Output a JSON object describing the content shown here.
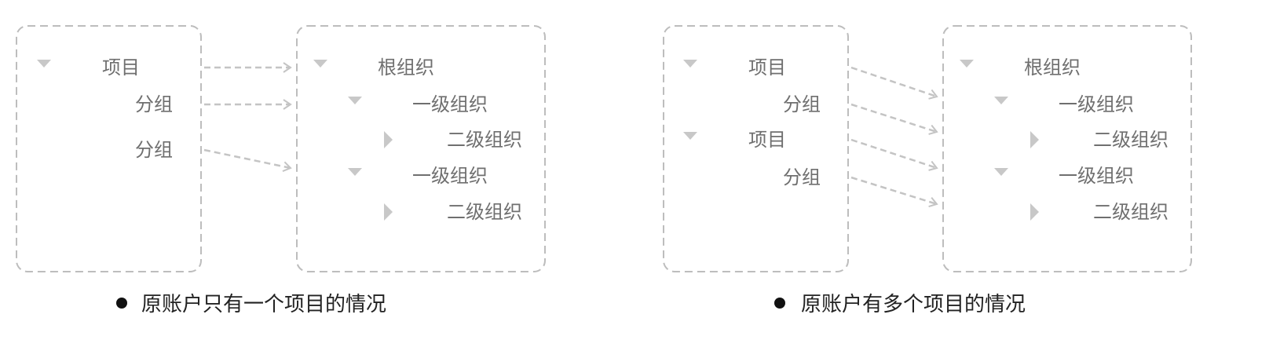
{
  "colors": {
    "border": "#bdbdbd",
    "arrow": "#c4c4c4",
    "icon": "#c8c8c8",
    "text": "#6f6f6f",
    "caption": "#222222",
    "bullet": "#111111"
  },
  "diagram_left": {
    "caption": "原账户只有一个项目的情况",
    "source_items": [
      {
        "text": "项目",
        "icon": "caret-down-icon"
      },
      {
        "text": "分组",
        "icon": ""
      },
      {
        "text": "分组",
        "icon": ""
      }
    ],
    "target_items": [
      {
        "text": "根组织",
        "icon": "caret-down-icon"
      },
      {
        "text": "一级组织",
        "icon": "caret-down-icon"
      },
      {
        "text": "二级组织",
        "icon": "caret-right-icon"
      },
      {
        "text": "一级组织",
        "icon": "caret-down-icon"
      },
      {
        "text": "二级组织",
        "icon": "caret-right-icon"
      }
    ],
    "links": [
      {
        "from": 0,
        "to": 0
      },
      {
        "from": 1,
        "to": 1
      },
      {
        "from": 2,
        "to": 3
      }
    ]
  },
  "diagram_right": {
    "caption": "原账户有多个项目的情况",
    "source_items": [
      {
        "text": "项目",
        "icon": "caret-down-icon"
      },
      {
        "text": "分组",
        "icon": ""
      },
      {
        "text": "项目",
        "icon": "caret-down-icon"
      },
      {
        "text": "分组",
        "icon": ""
      }
    ],
    "target_items": [
      {
        "text": "根组织",
        "icon": "caret-down-icon"
      },
      {
        "text": "一级组织",
        "icon": "caret-down-icon"
      },
      {
        "text": "二级组织",
        "icon": "caret-right-icon"
      },
      {
        "text": "一级组织",
        "icon": "caret-down-icon"
      },
      {
        "text": "二级组织",
        "icon": "caret-right-icon"
      }
    ],
    "links": [
      {
        "from": 0,
        "to": 1
      },
      {
        "from": 1,
        "to": 2
      },
      {
        "from": 2,
        "to": 3
      },
      {
        "from": 3,
        "to": 4
      }
    ]
  }
}
